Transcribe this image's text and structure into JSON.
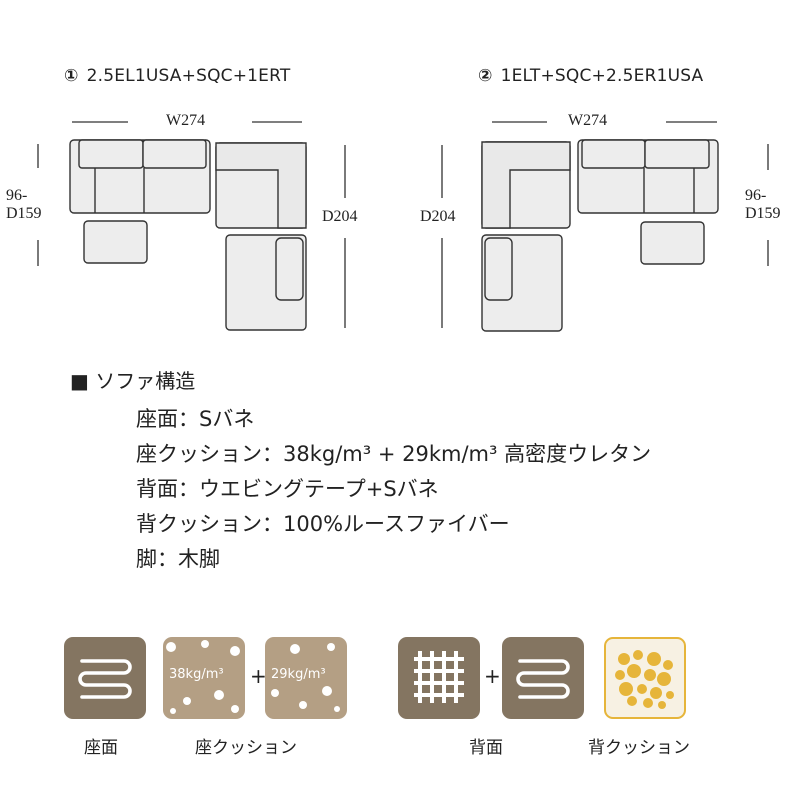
{
  "configs": [
    {
      "num": "①",
      "code": "2.5EL1USA+SQC+1ERT",
      "width": "W274",
      "depth_left": "96-",
      "depth_left2": "D159",
      "depth_right": "D204"
    },
    {
      "num": "②",
      "code": "1ELT+SQC+2.5ER1USA",
      "width": "W274",
      "depth_left": "D204",
      "depth_right": "96-",
      "depth_right2": "D159"
    }
  ],
  "spec": {
    "heading": "■ ソファ構造",
    "lines": [
      "座面：Sバネ",
      "座クッション：38kg/m³ + 29km/m³ 高密度ウレタン",
      "背面：ウエビングテープ+Sバネ",
      "背クッション：100%ルースファイバー",
      "脚：木脚"
    ]
  },
  "materials": {
    "seat_label": "座面",
    "seat_cushion_label": "座クッション",
    "foam1": "38kg/m³",
    "foam2": "29kg/m³",
    "plus": "+",
    "back_label": "背面",
    "back_cushion_label": "背クッション"
  },
  "colors": {
    "tile_brown": "#847561",
    "tile_tan": "#b49f84",
    "tile_cream": "#f7f1e3",
    "fiber_gold": "#e6b53a",
    "sofa_fill": "#ededed",
    "sofa_stroke": "#333333"
  }
}
